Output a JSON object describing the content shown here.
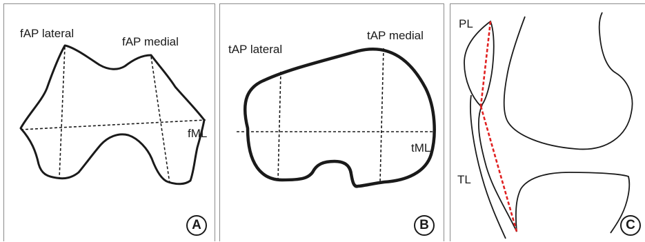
{
  "panels": [
    {
      "id": "A",
      "badge": "A",
      "labels": {
        "fap_lateral": "fAP lateral",
        "fap_medial": "fAP medial",
        "fml": "fML"
      }
    },
    {
      "id": "B",
      "badge": "B",
      "labels": {
        "tap_lateral": "tAP lateral",
        "tap_medial": "tAP medial",
        "tml": "tML"
      }
    },
    {
      "id": "C",
      "badge": "C",
      "labels": {
        "pl": "PL",
        "tl": "TL"
      }
    }
  ],
  "colors": {
    "outline": "#1a1a1a",
    "measure_line": "#1a1a1a",
    "patellar_line": "#e02020",
    "panel_border": "#8a8a8a"
  }
}
